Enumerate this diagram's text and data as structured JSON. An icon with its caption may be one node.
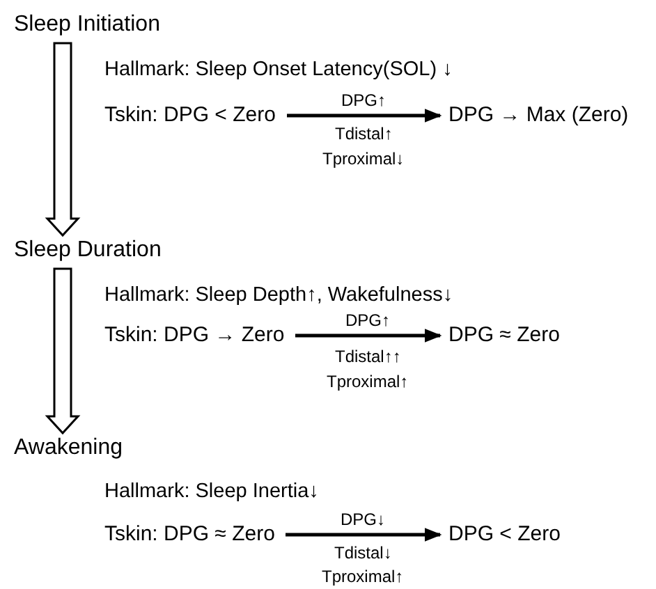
{
  "diagram": {
    "nodes": [
      {
        "text": [
          "Sleep Initiation"
        ]
      },
      {
        "text": [
          "Tskin: DPG < Zero"
        ]
      },
      {
        "text": [
          "DPG → Max (Zero)"
        ]
      },
      {
        "text": [
          "Sleep Duration"
        ]
      },
      {
        "text": [
          "Tskin: DPG → Zero"
        ]
      },
      {
        "text": [
          "DPG ≈ Zero"
        ]
      },
      {
        "text": [
          "Awakening"
        ]
      },
      {
        "text": [
          "Tskin: DPG ≈ Zero"
        ]
      },
      {
        "text": [
          "DPG < Zero"
        ]
      }
    ],
    "edges": [
      {
        "from": 0,
        "to": 3,
        "arrow": "to",
        "style": "thick"
      },
      {
        "from": 1,
        "to": 2,
        "arrow": "to",
        "label": "DPG↑"
      },
      {
        "from": 3,
        "to": 6,
        "arrow": "to",
        "style": "thick"
      },
      {
        "from": 4,
        "to": 5,
        "arrow": "to",
        "label": "DPG↑"
      },
      {
        "from": 7,
        "to": 8,
        "arrow": "to",
        "label": "DPG↓"
      }
    ],
    "labels": [
      "Hallmark: Sleep Onset Latency(SOL) ↓",
      "Tdistal↑",
      "Tproximal↓",
      "Hallmark: Sleep Depth↑, Wakefulness↓",
      "Tdistal↑↑",
      "Tproximal↑",
      "Hallmark: Sleep Inertia↓",
      "Tdistal↓",
      "Tproximal↑"
    ]
  }
}
